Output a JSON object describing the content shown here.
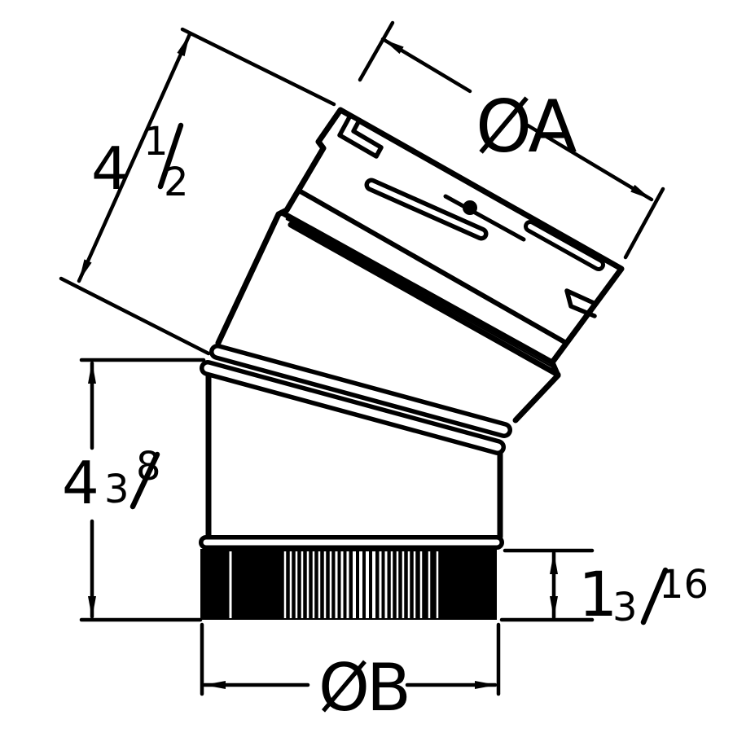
{
  "drawing": {
    "description": "Adjustable stove pipe elbow technical drawing",
    "colors": {
      "line": "#000000",
      "background": "#ffffff"
    },
    "labels": {
      "upper_length": {
        "whole": "4",
        "frac_num": "1",
        "frac_den": "2"
      },
      "top_diameter": "ØA",
      "lower_length": {
        "whole": "4",
        "frac_num": "3",
        "frac_den": "8"
      },
      "crimp_height": {
        "whole": "1",
        "frac_num": "3",
        "frac_den": "16"
      },
      "bottom_diameter": "ØB"
    }
  }
}
